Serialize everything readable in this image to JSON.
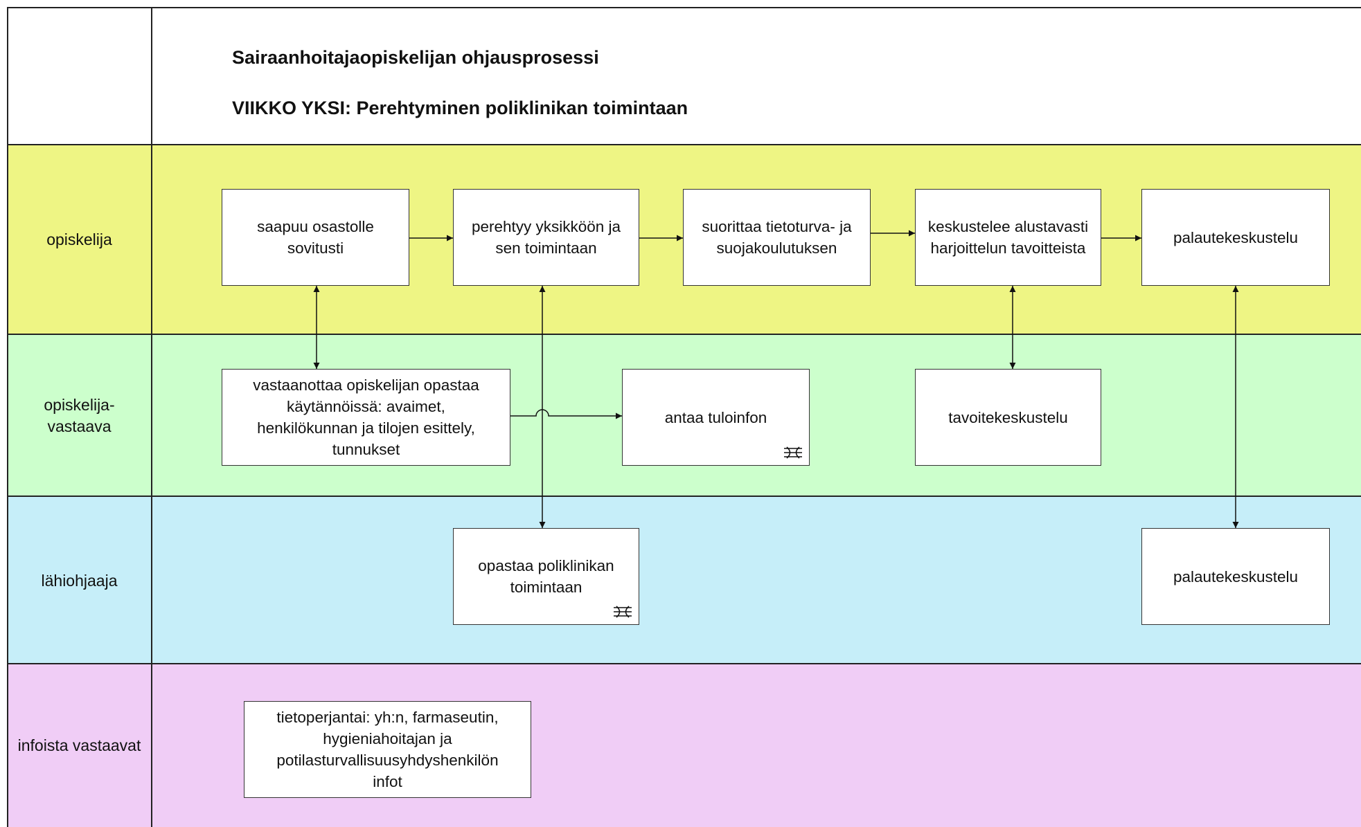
{
  "diagram": {
    "title": "Sairaanhoitajaopiskelijan ohjausprosessi",
    "subtitle": "VIIKKO YKSI: Perehtyminen poliklinikan toimintaan",
    "colors": {
      "lane_opiskelija": "#EEF584",
      "lane_vastaava": "#CCFFCC",
      "lane_lahiohjaaja": "#C6EEF9",
      "lane_infot": "#F0CDF6",
      "border": "#222222"
    },
    "lanes": [
      {
        "label": "opiskelija"
      },
      {
        "label": "opiskelija-\nvastaava"
      },
      {
        "label": "lähiohjaaja"
      },
      {
        "label": "infoista vastaavat"
      }
    ],
    "boxes": {
      "saapuu": "saapuu osastolle\nsovitusti",
      "perehtyy": "perehtyy yksikköön ja\nsen toimintaan",
      "suorittaa": "suorittaa tietoturva- ja\nsuojakoulutuksen",
      "keskustelee": "keskustelee alustavasti\nharjoittelun tavoitteista",
      "palaute_opiskelija": "palautekeskustelu",
      "vastaanottaa": "vastaanottaa opiskelijan opastaa\nkäytännöissä: avaimet,\nhenkilökunnan ja tilojen esittely,\ntunnukset",
      "tuloinfo": "antaa tuloinfon",
      "tavoite": "tavoitekeskustelu",
      "opastaa": "opastaa poliklinikan\ntoimintaan",
      "palaute_lahiohjaaja": "palautekeskustelu",
      "tietoperjantai": "tietoperjantai: yh:n, farmaseutin,\nhygieniahoitajan ja\npotilasturvallisuusyhdyshenkilön\ninfot"
    },
    "subprocess_icon": "subprocess-icon"
  }
}
